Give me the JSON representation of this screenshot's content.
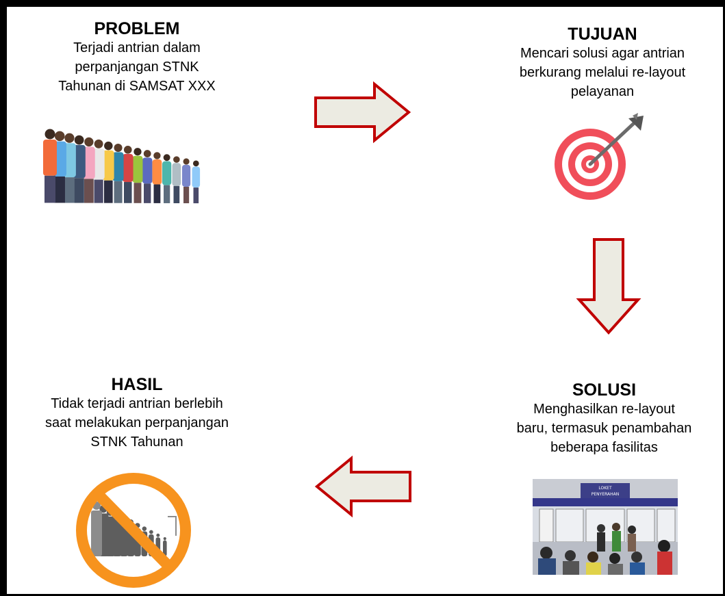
{
  "problem": {
    "title": "PROBLEM",
    "lines": [
      "Terjadi antrian dalam",
      "perpanjangan STNK",
      "Tahunan di SAMSAT XXX"
    ],
    "icon": "queue-people-icon"
  },
  "tujuan": {
    "title": "TUJUAN",
    "lines": [
      "Mencari solusi agar antrian",
      "berkurang melalui re-layout",
      "pelayanan"
    ],
    "icon": "target-icon"
  },
  "solusi": {
    "title": "SOLUSI",
    "lines": [
      "Menghasilkan re-layout",
      "baru, termasuk penambahan",
      "beberapa fasilitas"
    ],
    "photo": {
      "sign_line1": "LOKET",
      "sign_line2": "PENYERAHAN"
    }
  },
  "hasil": {
    "title": "HASIL",
    "lines": [
      "Tidak terjadi antrian berlebih",
      "saat melakukan perpanjangan",
      "STNK Tahunan"
    ],
    "icon": "no-queue-icon"
  },
  "colors": {
    "arrow_fill": "#ecebe2",
    "arrow_stroke": "#c00000",
    "target": "#f04e5a",
    "prohibit": "#f7931e"
  }
}
